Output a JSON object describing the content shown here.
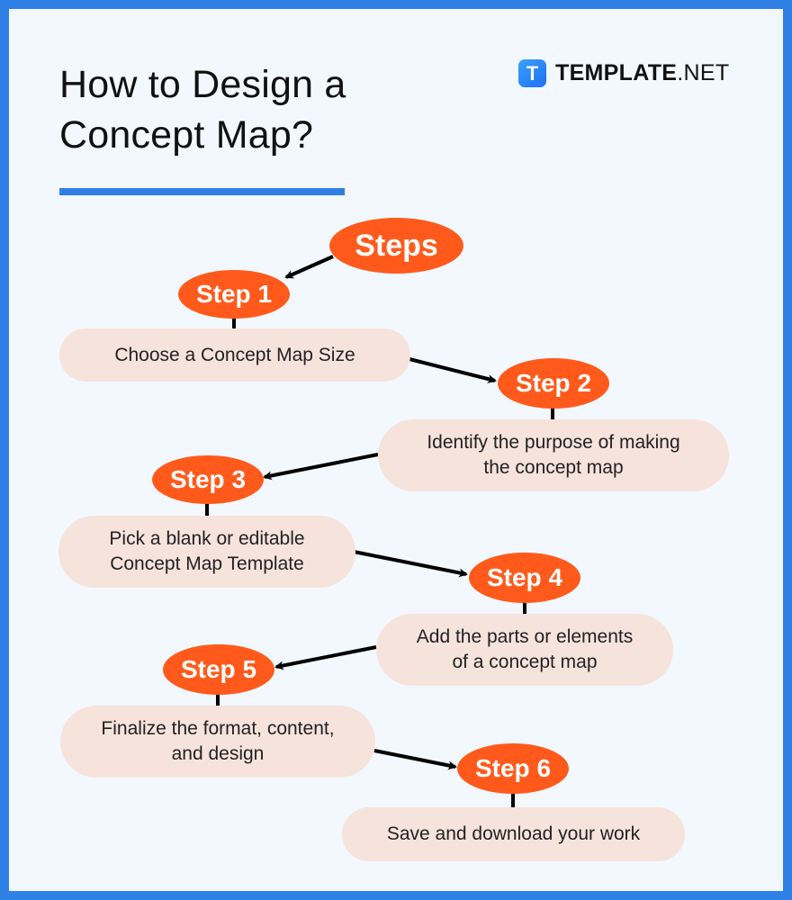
{
  "header": {
    "title_line1": "How to Design a",
    "title_line2": "Concept Map?"
  },
  "brand": {
    "logo_letter": "T",
    "name_bold": "TEMPLATE",
    "name_suffix": ".NET"
  },
  "colors": {
    "border": "#2f80e4",
    "background": "#f3f8fe",
    "node": "#ff5a1b",
    "pill": "#f6e3dc",
    "text": "#222222"
  },
  "diagram": {
    "root": "Steps",
    "steps": [
      {
        "label": "Step 1",
        "description": "Choose a Concept Map Size"
      },
      {
        "label": "Step 2",
        "description": "Identify the purpose of making\nthe concept map"
      },
      {
        "label": "Step 3",
        "description": "Pick a blank or editable\nConcept Map Template"
      },
      {
        "label": "Step 4",
        "description": "Add the parts or elements\nof a concept map"
      },
      {
        "label": "Step 5",
        "description": "Finalize the format, content,\nand design"
      },
      {
        "label": "Step 6",
        "description": "Save and download your work"
      }
    ]
  }
}
